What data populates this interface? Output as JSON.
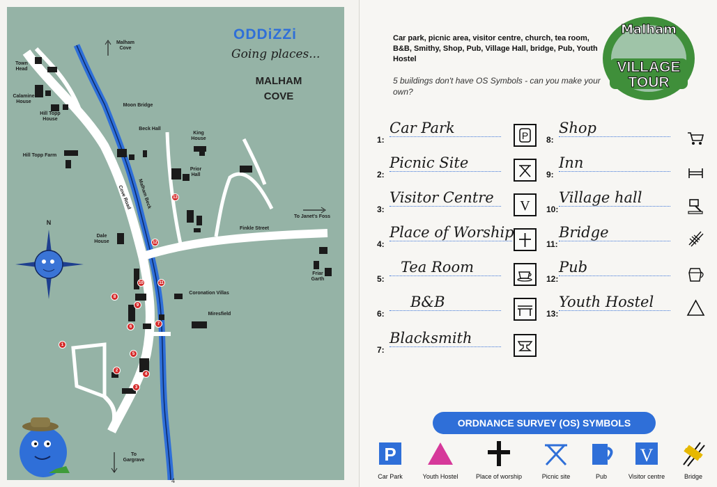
{
  "left_page": {
    "logo": "ODDiZZi",
    "logo_subtitle": "Going places...",
    "title_line1": "MALHAM",
    "title_line2": "COVE",
    "page_number": "4",
    "labels": {
      "malham_cove": "Malham Cove",
      "town_head": "Town Head",
      "calamine_house": "Calamine House",
      "hill_topp_house": "Hill Topp House",
      "hill_topp_farm": "Hill Topp Farm",
      "moon_bridge": "Moon Bridge",
      "beck_hall": "Beck Hall",
      "king_house": "King House",
      "prior_hall": "Prior Hall",
      "janets_foss": "To Janet's Foss",
      "finkle_street": "Finkle Street",
      "cove_road": "Cove Road",
      "malham_beck": "Malham Beck",
      "dale_house": "Dale House",
      "friar_garth": "Friar Garth",
      "coronation_villas": "Coronation Villas",
      "miresfield": "Miresfield",
      "to_gargrave": "To Gargrave",
      "north": "N"
    },
    "markers": [
      "1",
      "2",
      "3",
      "4",
      "5",
      "6",
      "7",
      "8",
      "9",
      "10",
      "11",
      "12",
      "13"
    ]
  },
  "right_page": {
    "intro_bold": "Car park, picnic area, visitor centre, church, tea room, B&B, Smithy, Shop, Pub, Village Hall, bridge, Pub, Youth Hostel",
    "intro_italic": "5 buildings don't have OS Symbols - can you make your own?",
    "badge": {
      "top": "Malham",
      "line1": "VILLAGE",
      "line2": "TOUR"
    },
    "entries": [
      {
        "num": "1:",
        "text": "Car Park",
        "symbol": "P"
      },
      {
        "num": "2:",
        "text": "Picnic Site",
        "symbol": "picnic-icon"
      },
      {
        "num": "3:",
        "text": "Visitor Centre",
        "symbol": "V"
      },
      {
        "num": "4:",
        "text": "Place of Worship",
        "symbol": "cross-icon"
      },
      {
        "num": "5:",
        "text": "Tea Room",
        "symbol": "teacup-icon"
      },
      {
        "num": "6:",
        "text": "B&B",
        "symbol": "bed-icon"
      },
      {
        "num": "7:",
        "text": "Blacksmith",
        "symbol": "anvil-icon"
      },
      {
        "num": "8:",
        "text": "Shop",
        "symbol": "trolley-icon"
      },
      {
        "num": "9:",
        "text": "Inn",
        "symbol": "bed-frame-icon"
      },
      {
        "num": "10:",
        "text": "Village hall",
        "symbol": "gavel-icon"
      },
      {
        "num": "11:",
        "text": "Bridge",
        "symbol": "bridge-icon"
      },
      {
        "num": "12:",
        "text": "Pub",
        "symbol": "mug-icon"
      },
      {
        "num": "13:",
        "text": "Youth Hostel",
        "symbol": "triangle-icon"
      }
    ],
    "os_banner": "ORDNANCE SURVEY (OS) SYMBOLS",
    "os_symbols": [
      {
        "caption": "Car Park"
      },
      {
        "caption": "Youth Hostel"
      },
      {
        "caption": "Place of worship"
      },
      {
        "caption": "Picnic site"
      },
      {
        "caption": "Pub"
      },
      {
        "caption": "Visitor centre"
      },
      {
        "caption": "Bridge"
      }
    ]
  },
  "colors": {
    "map_bg": "#95b3a6",
    "river": "#2f6fd8",
    "road": "#ffffff",
    "marker": "#d42b2b",
    "building": "#1b1b1b",
    "os_blue": "#2f6fd8",
    "os_magenta": "#d6399a"
  }
}
